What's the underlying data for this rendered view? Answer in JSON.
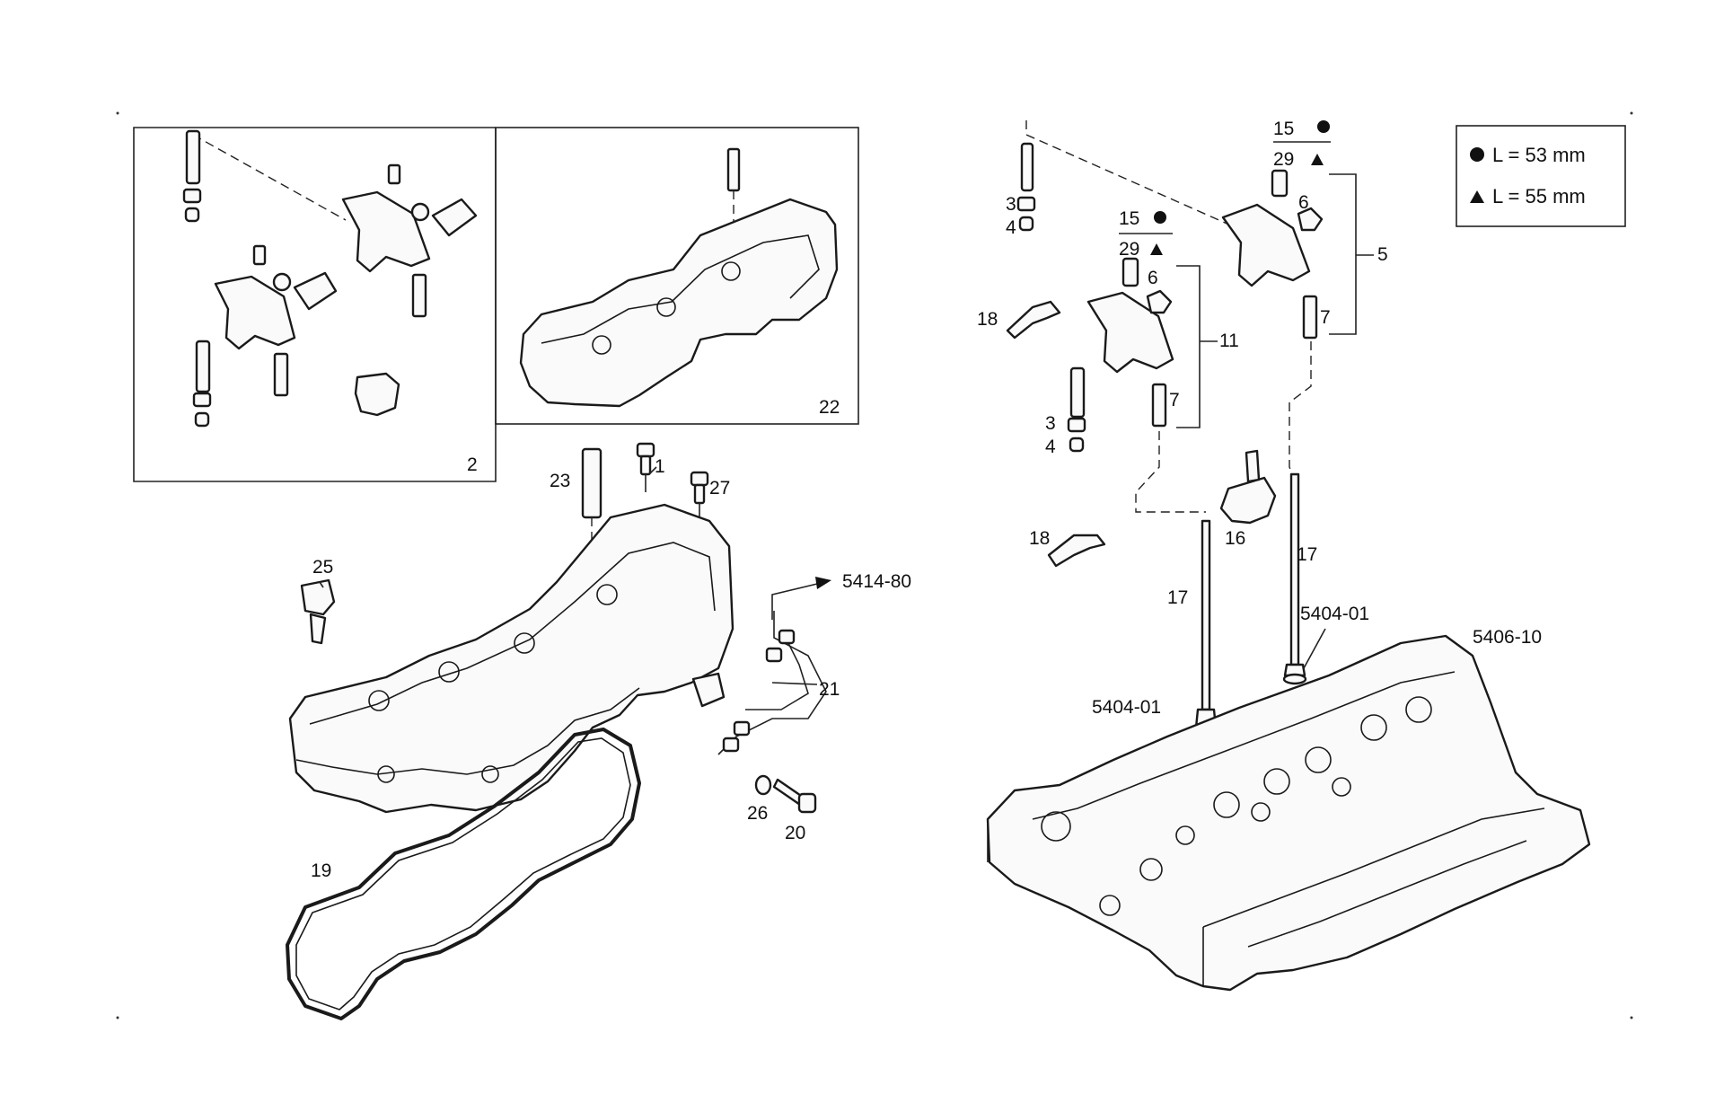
{
  "callouts": {
    "c2": "2",
    "c22": "22",
    "c1": "1",
    "c23": "23",
    "c27": "27",
    "c25": "25",
    "c5414_80": "5414-80",
    "c21": "21",
    "c26": "26",
    "c20": "20",
    "c19": "19",
    "r15a": "15",
    "r29a": "29",
    "r6a": "6",
    "r7a": "7",
    "r5": "5",
    "r15b": "15",
    "r29b": "29",
    "r6b": "6",
    "r7b": "7",
    "r11": "11",
    "r3a": "3",
    "r4a": "4",
    "r3b": "3",
    "r4b": "4",
    "r18a": "18",
    "r18b": "18",
    "r16": "16",
    "r17a": "17",
    "r17b": "17",
    "r5404_01a": "5404-01",
    "r5404_01b": "5404-01",
    "r5406_10": "5406-10"
  },
  "legend": {
    "circle_text": "L = 53 mm",
    "triangle_text": "L = 55 mm"
  },
  "colors": {
    "line": "#1a1a1a",
    "background": "#ffffff"
  }
}
